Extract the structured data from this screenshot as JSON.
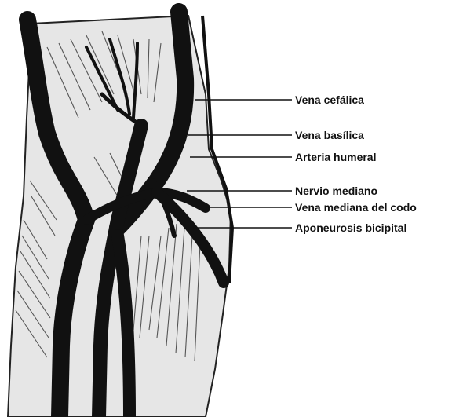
{
  "diagram": {
    "labels": [
      {
        "id": "vena-cefalica",
        "text": "Vena cefálica"
      },
      {
        "id": "vena-basilica",
        "text": "Vena basílica"
      },
      {
        "id": "arteria-humeral",
        "text": "Arteria humeral"
      },
      {
        "id": "nervio-mediano",
        "text": "Nervio mediano"
      },
      {
        "id": "vena-mediana-del-codo",
        "text": "Vena mediana del codo"
      },
      {
        "id": "aponeurosis-bicipital",
        "text": "Aponeurosis bicipital"
      }
    ]
  }
}
